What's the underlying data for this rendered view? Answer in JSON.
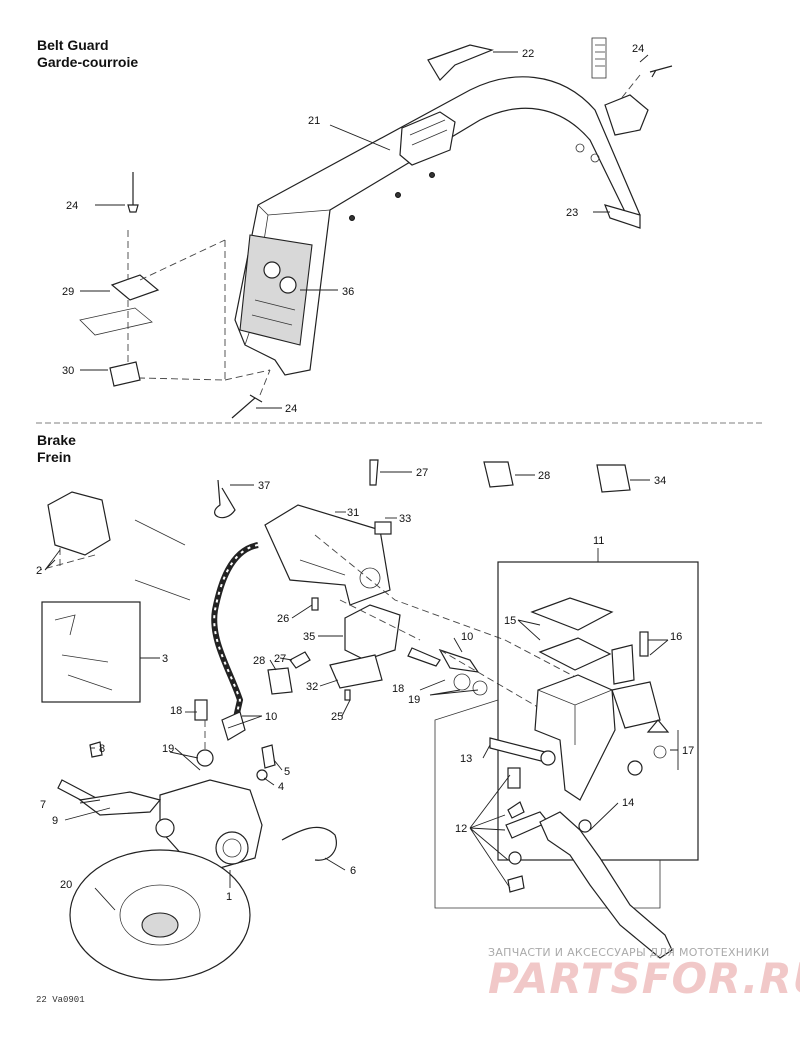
{
  "sections": {
    "belt_guard": {
      "title_en": "Belt Guard",
      "title_fr": "Garde-courroie"
    },
    "brake": {
      "title_en": "Brake",
      "title_fr": "Frein"
    }
  },
  "callouts": {
    "belt_guard": [
      "22",
      "24",
      "21",
      "24",
      "23",
      "29",
      "36",
      "30",
      "24"
    ],
    "brake": [
      "37",
      "27",
      "28",
      "34",
      "2",
      "31",
      "33",
      "11",
      "3",
      "26",
      "35",
      "10",
      "15",
      "16",
      "28",
      "27",
      "18",
      "19",
      "32",
      "25",
      "18",
      "10",
      "19",
      "13",
      "17",
      "8",
      "5",
      "7",
      "4",
      "9",
      "14",
      "12",
      "6",
      "1",
      "20"
    ]
  },
  "footer": {
    "figure_code": "22 Va0901"
  },
  "watermark": {
    "line1": "ЗАПЧАСТИ И АКСЕССУАРЫ ДЛЯ МОТОТЕХНИКИ",
    "line2": "PARTSFOR.RU"
  },
  "colors": {
    "line": "#222222",
    "watermark_red": "#f1c8c8",
    "watermark_gray": "#aaaaaa"
  }
}
